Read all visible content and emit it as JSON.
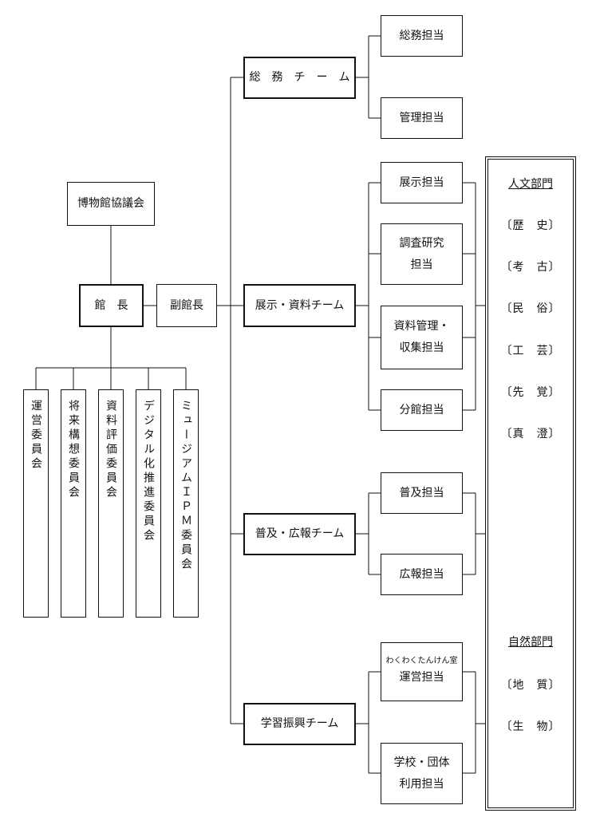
{
  "council": "博物館協議会",
  "director": "館　長",
  "vice_director": "副館長",
  "committees": [
    "運営委員会",
    "将来構想委員会",
    "資料評価委員会",
    "デジタル化推進委員会",
    "ミュージアムＩＰＭ委員会"
  ],
  "teams": {
    "general": {
      "label": "総　務　チ　ー　ム",
      "units": [
        "総務担当",
        "管理担当"
      ]
    },
    "exhibit": {
      "label": "展示・資料チーム",
      "units": [
        {
          "line1": "展示担当",
          "line2": ""
        },
        {
          "line1": "調査研究",
          "line2": "担当"
        },
        {
          "line1": "資料管理・",
          "line2": "収集担当"
        },
        {
          "line1": "分館担当",
          "line2": ""
        }
      ]
    },
    "outreach": {
      "label": "普及・広報チーム",
      "units": [
        "普及担当",
        "広報担当"
      ]
    },
    "learning": {
      "label": "学習振興チーム",
      "units": [
        {
          "small": "わくわくたんけん室",
          "line1": "運営担当",
          "line2": ""
        },
        {
          "small": "",
          "line1": "学校・団体",
          "line2": "利用担当"
        }
      ]
    }
  },
  "departments": {
    "humanities": {
      "title": "人文部門",
      "items": [
        "〔歴　史〕",
        "〔考　古〕",
        "〔民　俗〕",
        "〔工　芸〕",
        "〔先　覚〕",
        "〔真　澄〕"
      ]
    },
    "nature": {
      "title": "自然部門",
      "items": [
        "〔地　質〕",
        "〔生　物〕"
      ]
    }
  }
}
